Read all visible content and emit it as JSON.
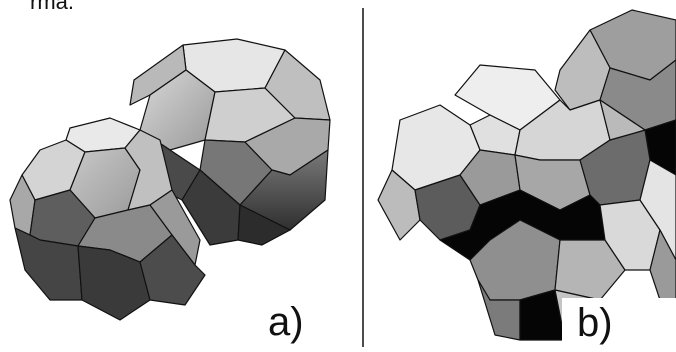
{
  "figure": {
    "top_cut_text": "rma.",
    "panel_a_label": "a)",
    "panel_b_label": "b)"
  },
  "colors": {
    "background": "#ffffff",
    "face_light": "#e8e8e8",
    "face_mid_light": "#bdbdbd",
    "face_mid": "#8e8e8e",
    "face_dark": "#555555",
    "face_black": "#050505",
    "edge": "#111111"
  }
}
